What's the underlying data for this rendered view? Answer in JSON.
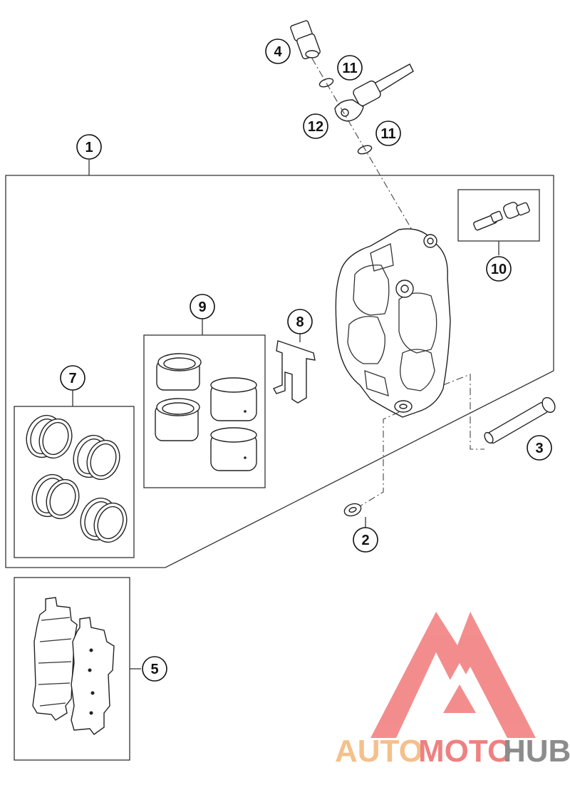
{
  "callouts": [
    {
      "id": "c1",
      "label": "1"
    },
    {
      "id": "c2",
      "label": "2"
    },
    {
      "id": "c3",
      "label": "3"
    },
    {
      "id": "c4",
      "label": "4"
    },
    {
      "id": "c5",
      "label": "5"
    },
    {
      "id": "c7",
      "label": "7"
    },
    {
      "id": "c8",
      "label": "8"
    },
    {
      "id": "c9",
      "label": "9"
    },
    {
      "id": "c10",
      "label": "10"
    },
    {
      "id": "c11a",
      "label": "11"
    },
    {
      "id": "c11b",
      "label": "11"
    },
    {
      "id": "c12",
      "label": "12"
    }
  ],
  "watermark": {
    "part1": "AUTO",
    "part2": "MOTO",
    "part3": "HUB",
    "color_auto": "#f5c08a",
    "color_moto": "#f08080",
    "color_hub": "#8c8c8c",
    "logo_color": "#f27a7a"
  }
}
